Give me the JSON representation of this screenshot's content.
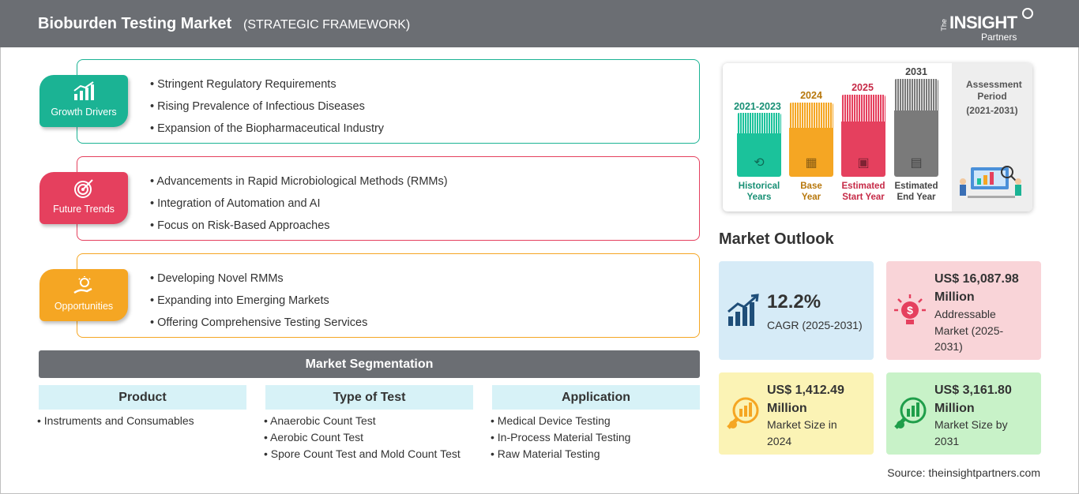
{
  "header": {
    "title": "Bioburden Testing Market",
    "subtitle": "(STRATEGIC FRAMEWORK)",
    "logo": {
      "the": "The",
      "insight": "INSIGHT",
      "partners": "Partners"
    }
  },
  "framework": [
    {
      "label": "Growth Drivers",
      "color": "#1bb394",
      "icon": "bar-chart-icon",
      "items": [
        "Stringent Regulatory Requirements",
        "Rising Prevalence of Infectious Diseases",
        "Expansion of the Biopharmaceutical Industry"
      ]
    },
    {
      "label": "Future Trends",
      "color": "#e5405e",
      "icon": "target-icon",
      "items": [
        "Advancements in Rapid Microbiological Methods (RMMs)",
        "Integration of Automation and AI",
        "Focus on Risk-Based Approaches"
      ]
    },
    {
      "label": "Opportunities",
      "color": "#f5a623",
      "icon": "lightbulb-hand-icon",
      "items": [
        "Developing Novel RMMs",
        "Expanding into Emerging Markets",
        "Offering Comprehensive Testing Services"
      ]
    }
  ],
  "segmentation": {
    "title": "Market Segmentation",
    "columns": [
      {
        "head": "Product",
        "items": [
          "Instruments and Consumables"
        ]
      },
      {
        "head": "Type of Test",
        "items": [
          "Anaerobic Count Test",
          "Aerobic Count Test",
          "Spore Count Test and Mold Count Test"
        ]
      },
      {
        "head": "Application",
        "items": [
          "Medical Device Testing",
          "In-Process Material Testing",
          "Raw Material Testing"
        ]
      }
    ]
  },
  "timeline": {
    "bars": [
      {
        "year": "2021-2023",
        "label1": "Historical",
        "label2": "Years",
        "color": "#1bc29b",
        "text_color": "#178f74",
        "icon": "history-icon"
      },
      {
        "year": "2024",
        "label1": "Base",
        "label2": "Year",
        "color": "#f5a623",
        "text_color": "#b7770b",
        "icon": "calendar-icon"
      },
      {
        "year": "2025",
        "label1": "Estimated",
        "label2": "Start Year",
        "color": "#e5405e",
        "text_color": "#c62a47",
        "icon": "chart-screen-icon"
      },
      {
        "year": "2031",
        "label1": "Estimated",
        "label2": "End Year",
        "color": "#7a7a7a",
        "text_color": "#444444",
        "icon": "presentation-icon"
      }
    ],
    "assessment": {
      "label": "Assessment Period",
      "range": "(2021-2031)"
    }
  },
  "outlook": {
    "title": "Market Outlook",
    "cards": [
      {
        "value": "12.2%",
        "desc": "CAGR (2025-2031)",
        "bg": "#d6ebf7",
        "icon": "growth-chart-icon"
      },
      {
        "value": "US$ 16,087.98 Million",
        "desc": "Addressable Market (2025-2031)",
        "bg": "#f9d4d8",
        "icon": "dollar-bulb-icon"
      },
      {
        "value": "US$ 1,412.49 Million",
        "desc": "Market Size in 2024",
        "bg": "#fbf3b5",
        "icon": "magnifier-chart-icon"
      },
      {
        "value": "US$ 3,161.80 Million",
        "desc": "Market Size by 2031",
        "bg": "#c8f2c8",
        "icon": "magnifier-chart-icon"
      }
    ]
  },
  "source": "Source: theinsightpartners.com"
}
